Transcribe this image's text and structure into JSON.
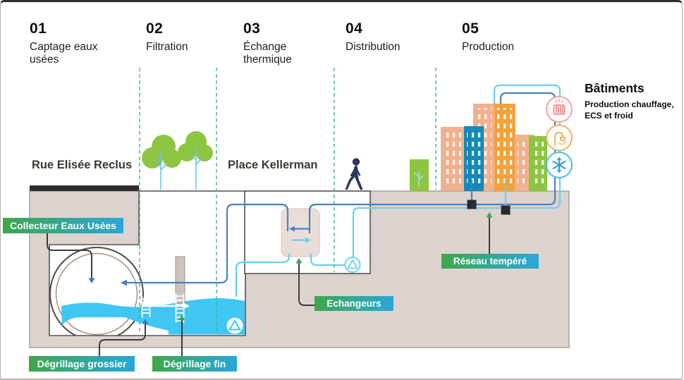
{
  "steps": [
    {
      "num": "01",
      "label": "Captage eaux usées"
    },
    {
      "num": "02",
      "label": "Filtration"
    },
    {
      "num": "03",
      "label": "Échange thermique"
    },
    {
      "num": "04",
      "label": "Distribution"
    },
    {
      "num": "05",
      "label": "Production"
    }
  ],
  "streets": {
    "left": "Rue Elisée Reclus",
    "center": "Place Kellerman"
  },
  "annotations": {
    "collecteur": "Collecteur Eaux Usées",
    "degrillage_grossier": "Dégrillage grossier",
    "degrillage_fin": "Dégrillage fin",
    "echangeurs": "Echangeurs",
    "reseau": "Réseau tempéré"
  },
  "batiments": {
    "title": "Bâtiments",
    "subtitle": "Production chauffage, ECS et froid"
  },
  "production_icons": [
    {
      "name": "heating-radiator-icon"
    },
    {
      "name": "shower-ecs-icon"
    },
    {
      "name": "cooling-snowflake-icon"
    }
  ],
  "colors": {
    "water": "#3fc6f2",
    "ground": "#dcd3ce",
    "pipe_warm": "#4a80c4",
    "pipe_cool": "#6bcef3",
    "separator_dashed": "#36b97e",
    "tag_gradient_start": "#3ea74b",
    "tag_gradient_end": "#29a7db",
    "building_salmon": "#f0b18e",
    "building_blue": "#1589ba",
    "building_orange": "#f2a23b",
    "building_green": "#8cc641"
  }
}
